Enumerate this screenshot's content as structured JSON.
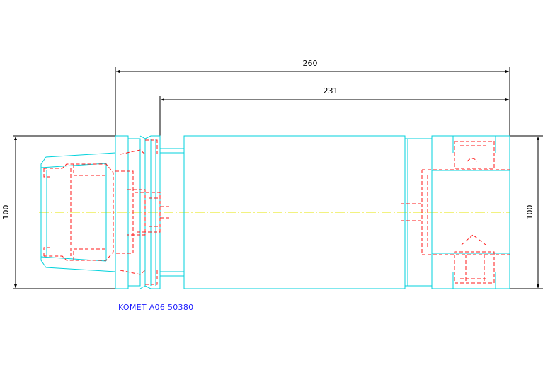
{
  "dimensions": {
    "overall_length": "260",
    "body_length": "231",
    "left_height": "100",
    "right_height": "100"
  },
  "caption": "KOMET A06 50380",
  "colors": {
    "outline": "#00d2dc",
    "hidden": "#ff1a1a",
    "centerline": "#e6e600",
    "dimension": "#000000",
    "caption": "#1a1aff"
  }
}
